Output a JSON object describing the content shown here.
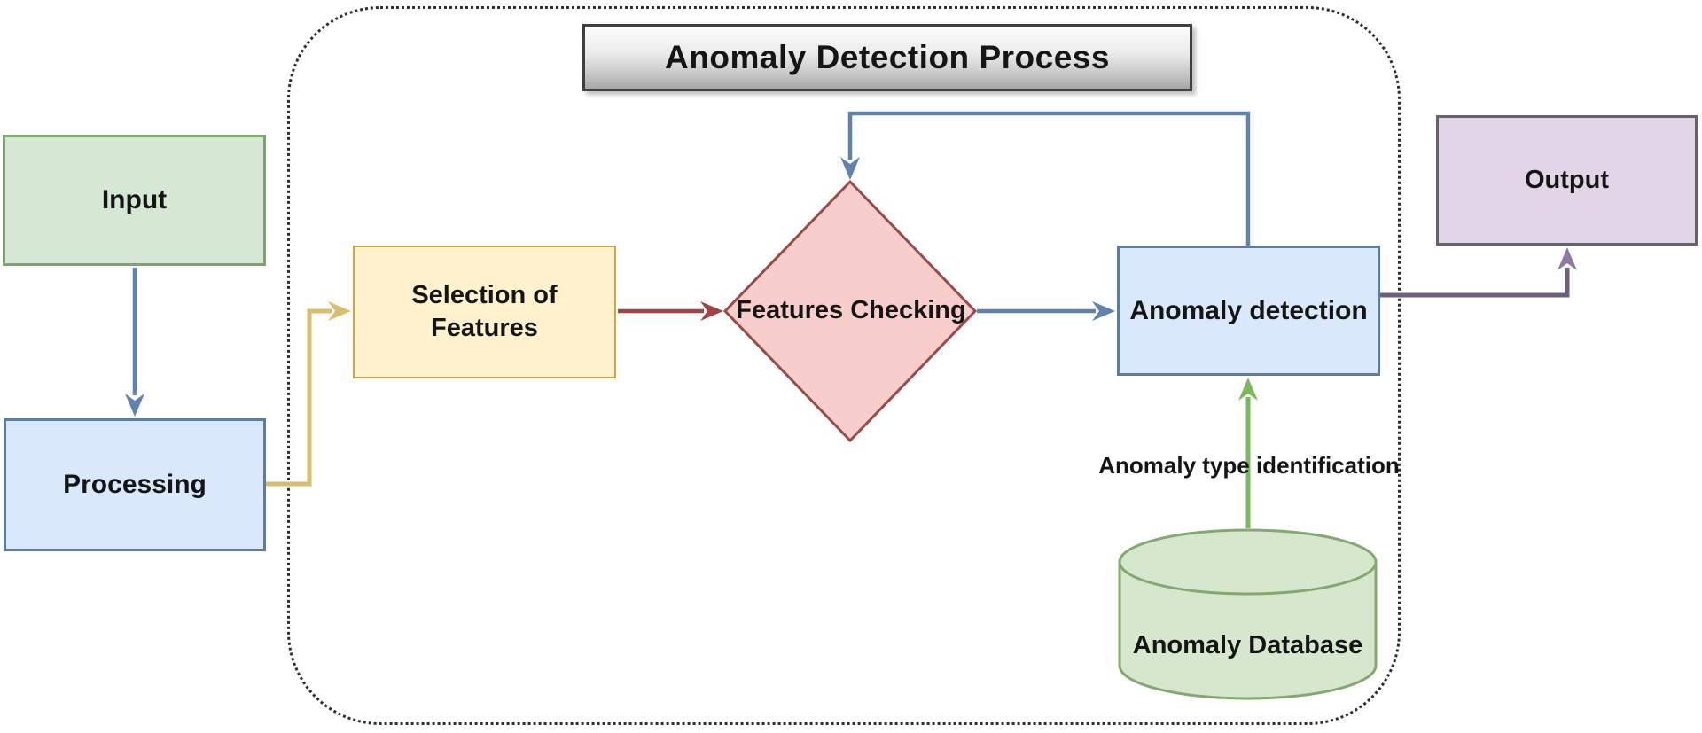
{
  "diagram": {
    "title": "Anomaly Detection Process",
    "nodes": {
      "input": {
        "label": "Input",
        "fill": "#d5e8d4",
        "border": "#7ca768"
      },
      "processing": {
        "label": "Processing",
        "fill": "#dae8fc",
        "border": "#5b7da0"
      },
      "selection_of_features": {
        "label": "Selection of Features",
        "fill": "#fff2cc",
        "border": "#c7a84f"
      },
      "features_checking": {
        "label": "Features Checking",
        "fill": "#f8cecc",
        "border": "#9c4a45"
      },
      "anomaly_detection": {
        "label": "Anomaly detection",
        "fill": "#dae8fc",
        "border": "#5b7da0"
      },
      "output": {
        "label": "Output",
        "fill": "#e1d5e7",
        "border": "#66616b"
      },
      "anomaly_database": {
        "label": "Anomaly Database",
        "fill": "#d7e7cd",
        "border": "#84a96f"
      }
    },
    "edge_labels": {
      "anomaly_type_identification": "Anomaly type identification"
    },
    "colors": {
      "arrow_blue": "#5f83ae",
      "arrow_gold": "#d9bf6d",
      "arrow_red": "#9e4544",
      "arrow_green": "#7cb95c",
      "arrow_purple_line": "#6e5f7e",
      "arrow_purple_head": "#8e7aa0",
      "boundary_dots": "#2e2e2e"
    }
  }
}
